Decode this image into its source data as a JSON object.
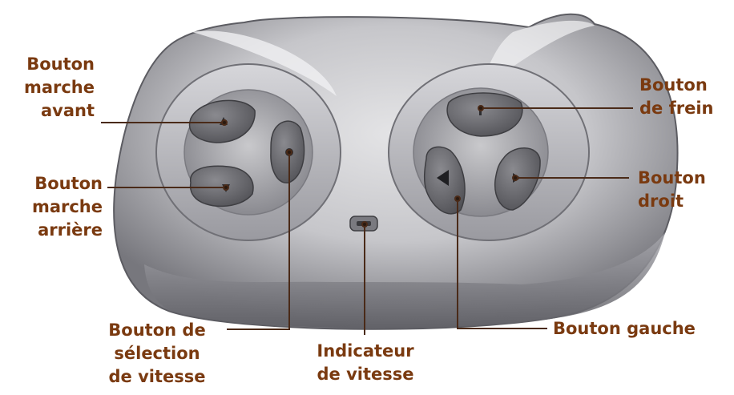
{
  "labels": {
    "forward": [
      "Bouton",
      "marche",
      "avant"
    ],
    "reverse": [
      "Bouton",
      "marche",
      "arrière"
    ],
    "speed_select": [
      "Bouton de",
      "sélection",
      "de vitesse"
    ],
    "speed_indicator": [
      "Indicateur",
      "de vitesse"
    ],
    "left": [
      "Bouton gauche"
    ],
    "right": [
      "Bouton",
      "droit"
    ],
    "brake": [
      "Bouton",
      "de frein"
    ]
  },
  "colors": {
    "label_text": "#7a3a10",
    "leader_line": "#4a2a18",
    "body_light": "#d8d8dc",
    "body_dark": "#6e6e74",
    "button_dark": "#67676c"
  }
}
